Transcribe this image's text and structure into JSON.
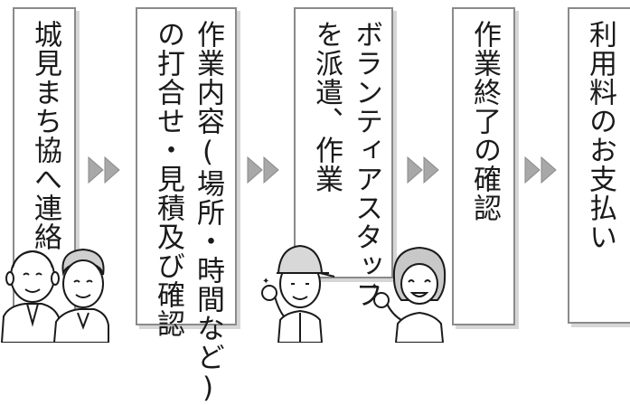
{
  "colors": {
    "border": "#8a8a8a",
    "shadow": "#d6d6d6",
    "arrow": "#a8a8a8",
    "text": "#1a1a1a"
  },
  "steps": [
    {
      "lines": [
        "城見まち協へ連絡"
      ]
    },
    {
      "lines": [
        "作業内容(場所・時間など)",
        "の打合せ・見積及び確認"
      ]
    },
    {
      "lines": [
        "ボランティアスタッフ",
        "を派遣、作業"
      ]
    },
    {
      "lines": [
        "作業終了の確認"
      ]
    },
    {
      "lines": [
        "利用料のお支払い"
      ]
    }
  ],
  "arrow_icon": "double-chevron-right-icon",
  "illustrations": [
    "elderly-couple",
    "worker-man",
    "worker-woman"
  ]
}
